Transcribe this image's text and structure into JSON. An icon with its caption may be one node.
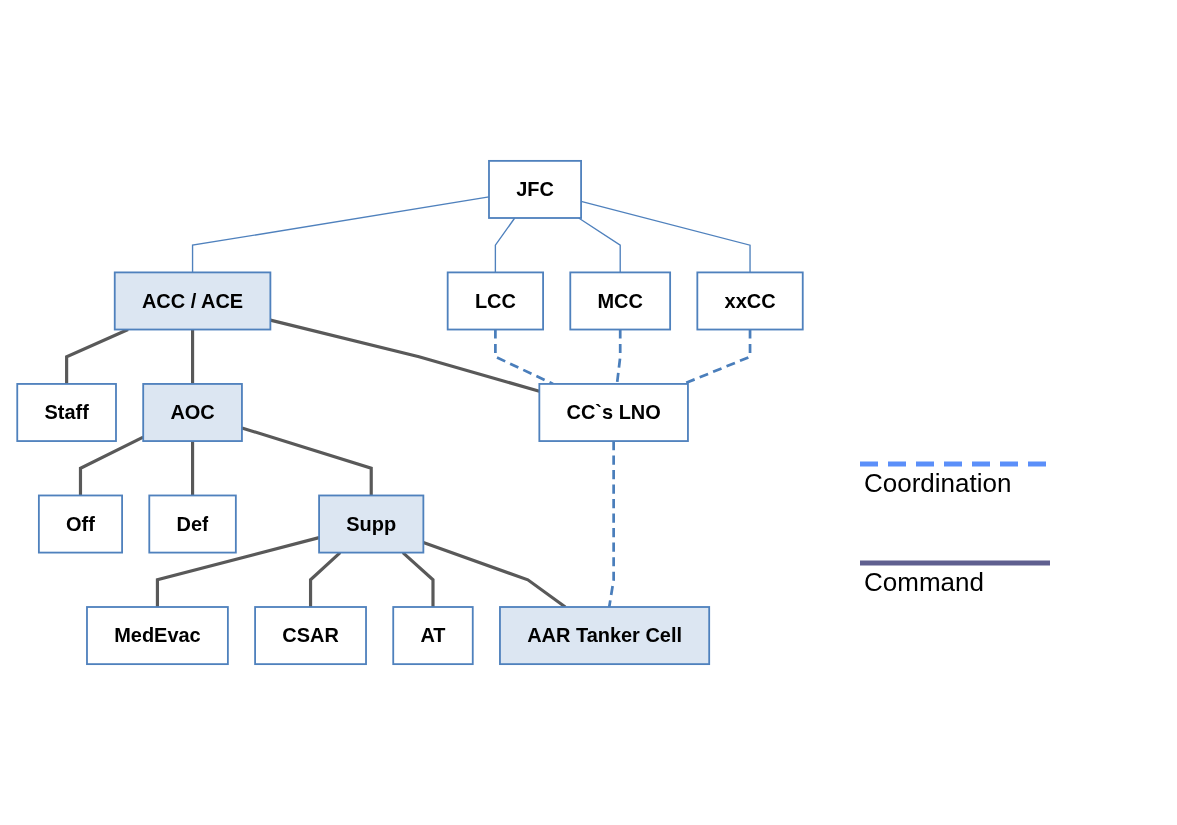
{
  "diagram": {
    "nodes": [
      {
        "text": [
          "JFC"
        ]
      },
      {
        "text": [
          "ACC / ACE"
        ]
      },
      {
        "text": [
          "LCC"
        ]
      },
      {
        "text": [
          "MCC"
        ]
      },
      {
        "text": [
          "xxCC"
        ]
      },
      {
        "text": [
          "Staff"
        ]
      },
      {
        "text": [
          "AOC"
        ]
      },
      {
        "text": [
          "CC`s LNO"
        ]
      },
      {
        "text": [
          "Off"
        ]
      },
      {
        "text": [
          "Def"
        ]
      },
      {
        "text": [
          "Supp"
        ]
      },
      {
        "text": [
          "MedEvac"
        ]
      },
      {
        "text": [
          "CSAR"
        ]
      },
      {
        "text": [
          "AT"
        ]
      },
      {
        "text": [
          "AAR Tanker Cell"
        ]
      }
    ],
    "edges": [
      {
        "from": 0,
        "to": 1,
        "arrow": "none",
        "color": "#4f81bd"
      },
      {
        "from": 0,
        "to": 2,
        "arrow": "none",
        "color": "#4f81bd"
      },
      {
        "from": 0,
        "to": 3,
        "arrow": "none",
        "color": "#4f81bd"
      },
      {
        "from": 0,
        "to": 4,
        "arrow": "none",
        "color": "#4f81bd"
      },
      {
        "from": 1,
        "to": 5,
        "arrow": "none"
      },
      {
        "from": 1,
        "to": 6,
        "arrow": "none"
      },
      {
        "from": 1,
        "to": 7,
        "arrow": "none"
      },
      {
        "from": 2,
        "to": 7,
        "arrow": "none",
        "style": "dashed",
        "color": "#4a7ebb"
      },
      {
        "from": 3,
        "to": 7,
        "arrow": "none",
        "style": "dashed",
        "color": "#4a7ebb"
      },
      {
        "from": 4,
        "to": 7,
        "arrow": "none",
        "style": "dashed",
        "color": "#4a7ebb"
      },
      {
        "from": 6,
        "to": 8,
        "arrow": "none"
      },
      {
        "from": 6,
        "to": 9,
        "arrow": "none"
      },
      {
        "from": 6,
        "to": 10,
        "arrow": "none"
      },
      {
        "from": 10,
        "to": 11,
        "arrow": "none"
      },
      {
        "from": 10,
        "to": 12,
        "arrow": "none"
      },
      {
        "from": 10,
        "to": 13,
        "arrow": "none"
      },
      {
        "from": 10,
        "to": 14,
        "arrow": "none"
      },
      {
        "from": 7,
        "to": 14,
        "arrow": "none",
        "style": "dashed",
        "color": "#4a7ebb"
      }
    ],
    "legend": [
      {
        "text": "Coordination"
      },
      {
        "text": "Command"
      }
    ]
  }
}
